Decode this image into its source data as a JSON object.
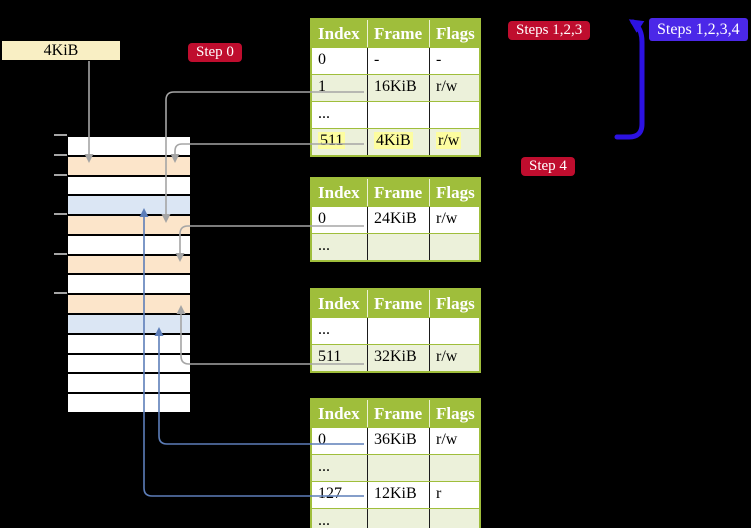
{
  "colors": {
    "badge-red": "#bf0d2e",
    "badge-blue": "#4b28e8",
    "table-green": "#9fbe3b",
    "row-green": "#ecf1da",
    "peach": "#fce5ca",
    "frame-blue": "#dbe6f4",
    "cream": "#f9efc4",
    "highlight": "#fdfda0",
    "line-gray": "#a5a5a5",
    "line-blue": "#5d7eb9",
    "arrow-violet": "#2c12e2"
  },
  "labels": {
    "frame_size": "4KiB",
    "step0": "Step 0",
    "steps123": "Steps 1,2,3",
    "steps1234": "Steps 1,2,3,4",
    "step4": "Step 4"
  },
  "tables": [
    {
      "headers": [
        "Index",
        "Frame",
        "Flags"
      ],
      "rows": [
        {
          "cells": [
            "0",
            "-",
            "-"
          ],
          "highlight": false
        },
        {
          "cells": [
            "1",
            "16KiB",
            "r/w"
          ],
          "highlight": false
        },
        {
          "cells": [
            "...",
            "",
            ""
          ],
          "highlight": false
        },
        {
          "cells": [
            "511",
            "4KiB",
            "r/w"
          ],
          "highlight": true
        }
      ]
    },
    {
      "headers": [
        "Index",
        "Frame",
        "Flags"
      ],
      "rows": [
        {
          "cells": [
            "0",
            "24KiB",
            "r/w"
          ],
          "highlight": false
        },
        {
          "cells": [
            "...",
            "",
            ""
          ],
          "highlight": false
        }
      ]
    },
    {
      "headers": [
        "Index",
        "Frame",
        "Flags"
      ],
      "rows": [
        {
          "cells": [
            "...",
            "",
            ""
          ],
          "highlight": false
        },
        {
          "cells": [
            "511",
            "32KiB",
            "r/w"
          ],
          "highlight": false
        }
      ]
    },
    {
      "headers": [
        "Index",
        "Frame",
        "Flags"
      ],
      "rows": [
        {
          "cells": [
            "0",
            "36KiB",
            "r/w"
          ],
          "highlight": false
        },
        {
          "cells": [
            "...",
            "",
            ""
          ],
          "highlight": false
        },
        {
          "cells": [
            "127",
            "12KiB",
            "r"
          ],
          "highlight": false
        },
        {
          "cells": [
            "...",
            "",
            ""
          ],
          "highlight": false
        }
      ]
    }
  ],
  "memory": {
    "rows": [
      {
        "type": "plain"
      },
      {
        "type": "peach"
      },
      {
        "type": "plain"
      },
      {
        "type": "blue"
      },
      {
        "type": "peach"
      },
      {
        "type": "plain"
      },
      {
        "type": "peach"
      },
      {
        "type": "plain"
      },
      {
        "type": "peach"
      },
      {
        "type": "blue"
      },
      {
        "type": "plain"
      },
      {
        "type": "plain"
      },
      {
        "type": "plain"
      },
      {
        "type": "plain"
      }
    ],
    "ticks": [
      0,
      1,
      2,
      4,
      6,
      8
    ]
  }
}
